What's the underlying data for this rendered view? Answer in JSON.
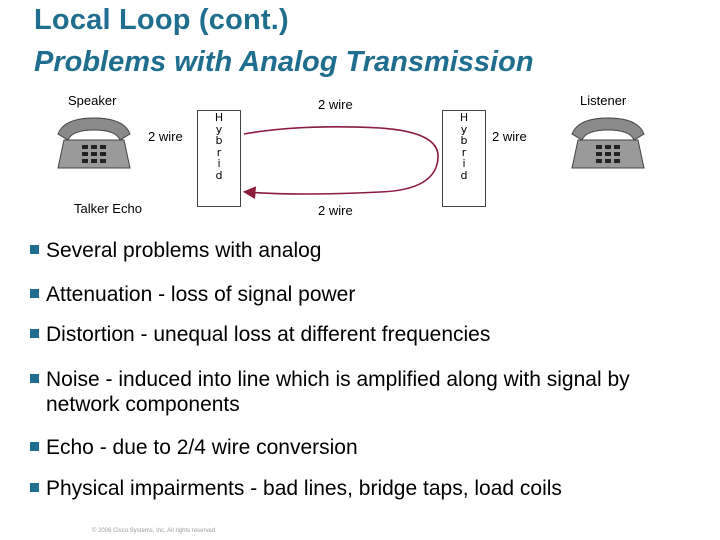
{
  "slide": {
    "title_line1": "Local Loop (cont.)",
    "title_line2": "Problems with Analog Transmission"
  },
  "diagram": {
    "speaker_label": "Speaker",
    "listener_label": "Listener",
    "left_wire_label": "2 wire",
    "top_wire_label": "2 wire",
    "right_wire_label": "2 wire",
    "bottom_wire_label": "2 wire",
    "talker_echo_label": "Talker Echo",
    "hybrid_letters": [
      "H",
      "y",
      "b",
      "r",
      "i",
      "d"
    ]
  },
  "bullets": [
    "Several problems with analog",
    "Attenuation - loss of signal power",
    "Distortion - unequal loss at different frequencies",
    "Noise - induced into line which is amplified along with signal by network components",
    "Echo - due to 2/4 wire conversion",
    "Physical impairments - bad lines, bridge taps, load coils"
  ],
  "footer": "© 2006 Cisco Systems, Inc. All rights reserved.",
  "colors": {
    "accent": "#1f6e8f",
    "echo_arrow": "#8b1c3c"
  }
}
